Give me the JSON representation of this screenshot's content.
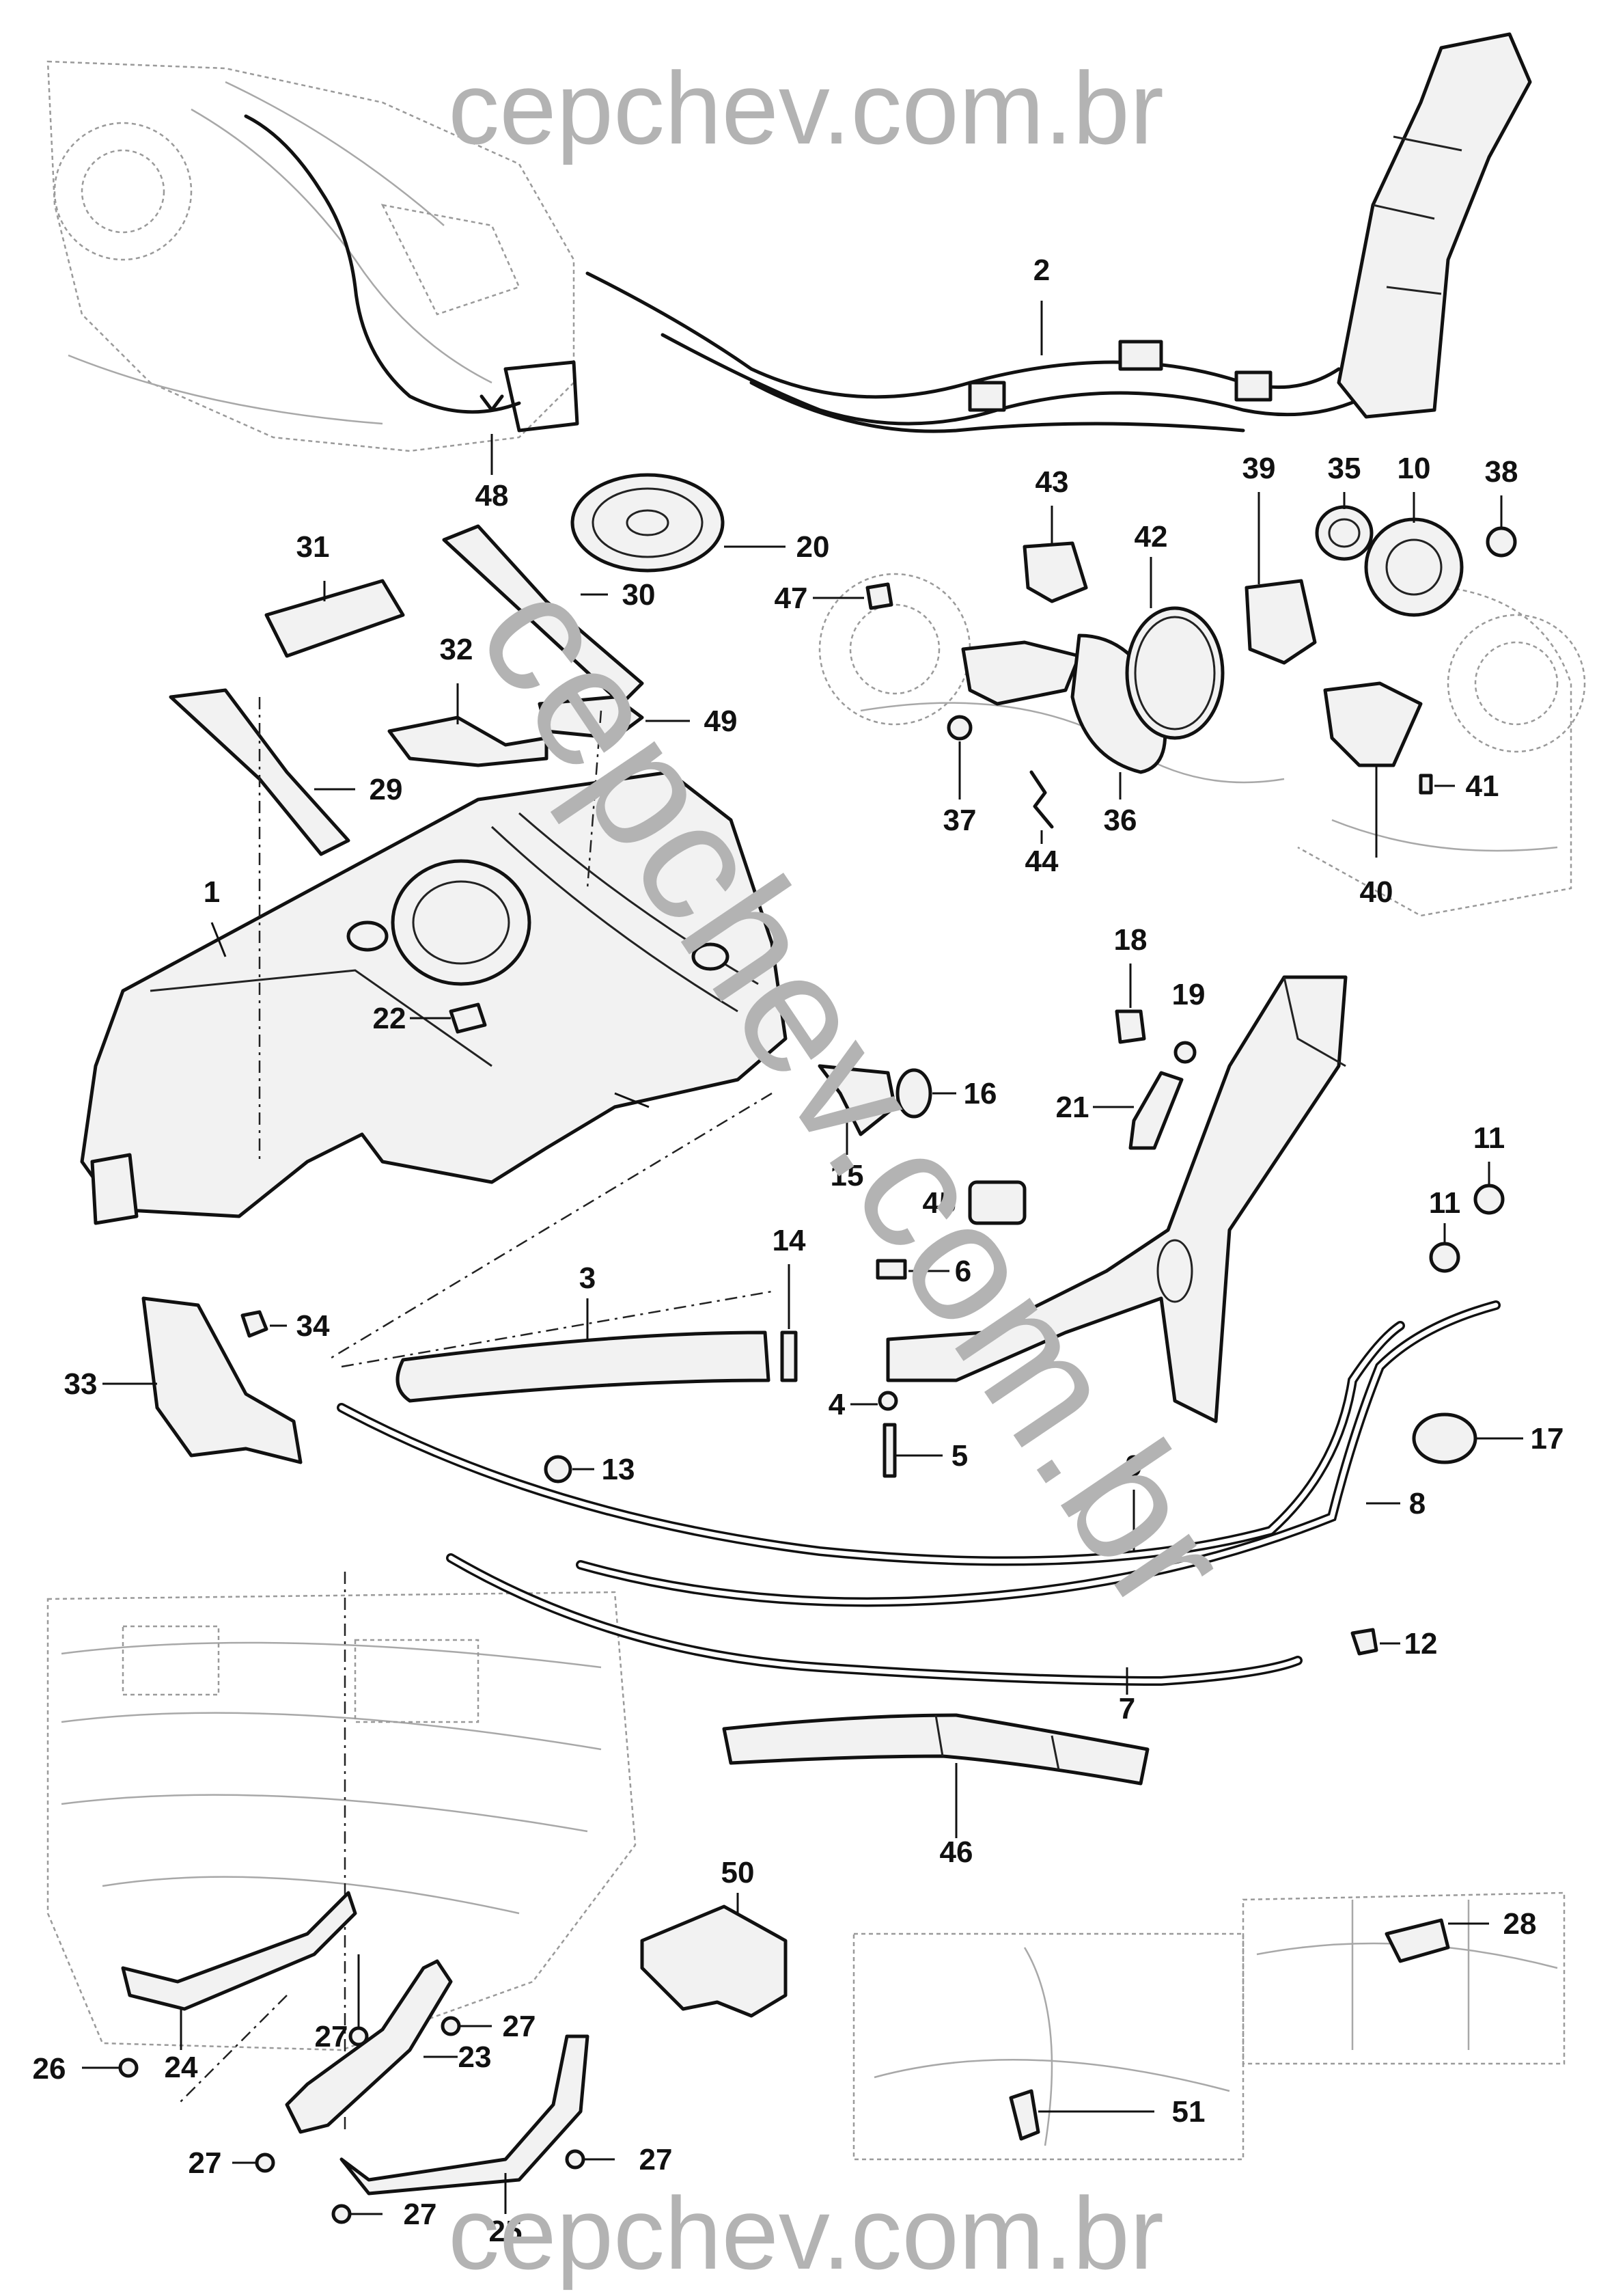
{
  "watermarks": {
    "top": "cepchev.com.br",
    "diagonal": "cepchev.com.br",
    "bottom": "cepchev.com.br"
  },
  "callouts": [
    {
      "id": "1",
      "label": "1"
    },
    {
      "id": "2",
      "label": "2"
    },
    {
      "id": "3",
      "label": "3"
    },
    {
      "id": "4",
      "label": "4"
    },
    {
      "id": "5",
      "label": "5"
    },
    {
      "id": "6",
      "label": "6"
    },
    {
      "id": "7",
      "label": "7"
    },
    {
      "id": "8",
      "label": "8"
    },
    {
      "id": "9",
      "label": "9"
    },
    {
      "id": "10",
      "label": "10"
    },
    {
      "id": "11a",
      "label": "11"
    },
    {
      "id": "11b",
      "label": "11"
    },
    {
      "id": "12",
      "label": "12"
    },
    {
      "id": "13",
      "label": "13"
    },
    {
      "id": "14",
      "label": "14"
    },
    {
      "id": "15",
      "label": "15"
    },
    {
      "id": "16",
      "label": "16"
    },
    {
      "id": "17",
      "label": "17"
    },
    {
      "id": "18",
      "label": "18"
    },
    {
      "id": "19",
      "label": "19"
    },
    {
      "id": "20",
      "label": "20"
    },
    {
      "id": "21",
      "label": "21"
    },
    {
      "id": "22",
      "label": "22"
    },
    {
      "id": "23",
      "label": "23"
    },
    {
      "id": "24",
      "label": "24"
    },
    {
      "id": "25",
      "label": "25"
    },
    {
      "id": "26",
      "label": "26"
    },
    {
      "id": "27a",
      "label": "27"
    },
    {
      "id": "27b",
      "label": "27"
    },
    {
      "id": "27c",
      "label": "27"
    },
    {
      "id": "27d",
      "label": "27"
    },
    {
      "id": "27e",
      "label": "27"
    },
    {
      "id": "28",
      "label": "28"
    },
    {
      "id": "29",
      "label": "29"
    },
    {
      "id": "30",
      "label": "30"
    },
    {
      "id": "31",
      "label": "31"
    },
    {
      "id": "32",
      "label": "32"
    },
    {
      "id": "33",
      "label": "33"
    },
    {
      "id": "34",
      "label": "34"
    },
    {
      "id": "35",
      "label": "35"
    },
    {
      "id": "36",
      "label": "36"
    },
    {
      "id": "37",
      "label": "37"
    },
    {
      "id": "38",
      "label": "38"
    },
    {
      "id": "39",
      "label": "39"
    },
    {
      "id": "40",
      "label": "40"
    },
    {
      "id": "41",
      "label": "41"
    },
    {
      "id": "42",
      "label": "42"
    },
    {
      "id": "43",
      "label": "43"
    },
    {
      "id": "44",
      "label": "44"
    },
    {
      "id": "45",
      "label": "45"
    },
    {
      "id": "46",
      "label": "46"
    },
    {
      "id": "47",
      "label": "47"
    },
    {
      "id": "48",
      "label": "48"
    },
    {
      "id": "49",
      "label": "49"
    },
    {
      "id": "50",
      "label": "50"
    },
    {
      "id": "51",
      "label": "51"
    }
  ]
}
